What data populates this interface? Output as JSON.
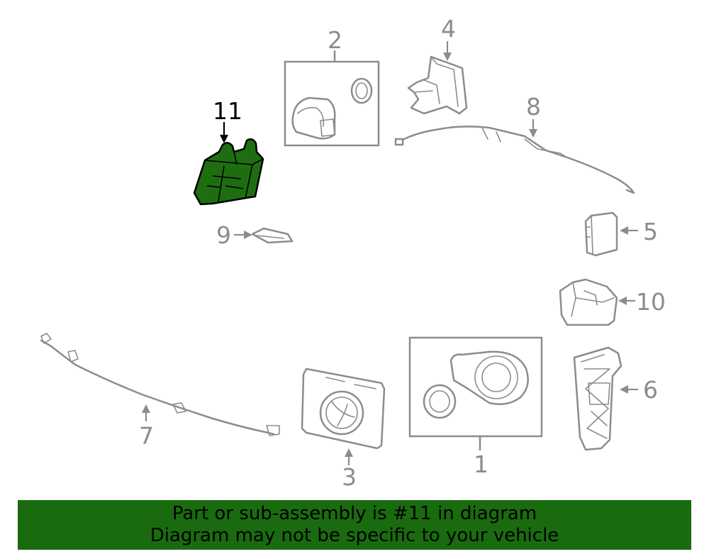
{
  "highlight_color": "#1f6d11",
  "banner_color": "#1a6b0f",
  "callouts": {
    "c1": "1",
    "c2": "2",
    "c3": "3",
    "c4": "4",
    "c5": "5",
    "c6": "6",
    "c7": "7",
    "c8": "8",
    "c9": "9",
    "c10": "10",
    "c11": "11"
  },
  "banner": {
    "line1": "Part or sub-assembly is #11 in diagram",
    "line2": "Diagram may not be specific to your vehicle"
  }
}
